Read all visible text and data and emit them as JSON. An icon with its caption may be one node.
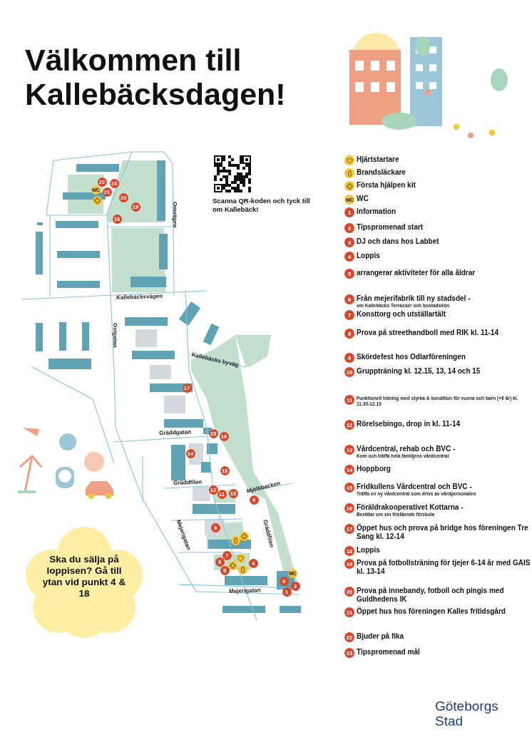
{
  "diagram": {
    "title": "Välkommen till Kallebäcksdagen!",
    "nodes": [
      {
        "text": [],
        "shape": "circle",
        "beside": [
          "Hjärtstartare"
        ]
      },
      {
        "text": [],
        "shape": "circle",
        "beside": [
          "Brandsläckare"
        ]
      },
      {
        "text": [],
        "shape": "circle",
        "beside": [
          "Första hjälpen kit"
        ]
      },
      {
        "text": [
          "WC"
        ],
        "beside": [
          "WC"
        ]
      },
      {
        "text": [
          "1"
        ],
        "beside": [
          "Information"
        ]
      },
      {
        "text": [
          "2"
        ],
        "beside": [
          "Tipspromenad start"
        ]
      },
      {
        "text": [
          "3"
        ],
        "beside": [
          "DJ och dans hos Labbet"
        ]
      },
      {
        "text": [
          "4"
        ],
        "beside": [
          "Loppis"
        ]
      },
      {
        "text": [
          "5"
        ],
        "beside": [
          "arrangerar aktiviteter för alla åldrar"
        ]
      },
      {
        "text": [
          "6"
        ],
        "beside": [
          "Från mejerifabrik till ny stadsdel -",
          "om Kallebäcks Terrasser och bostadskön"
        ]
      },
      {
        "text": [
          "7"
        ],
        "beside": [
          "Konsttorg och utställartält"
        ]
      },
      {
        "text": [
          "8"
        ],
        "beside": [
          "Prova på streethandboll med RIK kl. 11-14"
        ]
      },
      {
        "text": [
          "9"
        ],
        "beside": [
          "Skördefest hos Odlarföreningen"
        ]
      },
      {
        "text": [
          "10"
        ],
        "beside": [
          "Gruppträning kl. 12.15, 13, 14 och 15"
        ]
      },
      {
        "text": [
          "11"
        ],
        "beside": [
          "Funktionell träning med styrka & kondition för vuxna och barn (+6 år) kl. 11.30-12.10"
        ]
      },
      {
        "text": [
          "12"
        ],
        "beside": [
          "Rörelsebingo, drop in kl. 11-14"
        ]
      },
      {
        "text": [
          "13"
        ],
        "beside": [
          "Vårdcentral, rehab och BVC -",
          "Kom och träffa hela familjens vårdcentral"
        ]
      },
      {
        "text": [
          "14"
        ],
        "beside": [
          "Hoppborg"
        ]
      },
      {
        "text": [
          "15"
        ],
        "beside": [
          "Fridkullens Vårdcentral och BVC -",
          "Träffa en ny vårdcentral som drivs av vårdpersonalen"
        ]
      },
      {
        "text": [
          "16"
        ],
        "beside": [
          "Föräldrakooperativet Kottarna -",
          "Berättar om sin fristående förskola"
        ]
      },
      {
        "text": [
          "17"
        ],
        "beside": [
          "Öppet hus och prova på bridge hos föreningen Tre Sang kl. 12-14"
        ]
      },
      {
        "text": [
          "18"
        ],
        "beside": [
          "Loppis"
        ]
      },
      {
        "text": [
          "19"
        ],
        "beside": [
          "Prova på fotbollsträning för tjejer 6-14 år med GAIS kl. 13-14"
        ]
      },
      {
        "text": [
          "20"
        ],
        "beside": [
          "Prova på innebandy, fotboll och pingis med Guldhedens IK"
        ]
      },
      {
        "text": [
          "21"
        ],
        "beside": [
          "Öppet hus hos föreningen Kalles fritidsgård"
        ]
      },
      {
        "text": [
          "22"
        ],
        "beside": [
          "Bjuder på fika"
        ]
      },
      {
        "text": [
          "23"
        ],
        "beside": [
          "Tipspromenad mål"
        ]
      },
      {
        "text": [
          "22"
        ]
      },
      {
        "text": [
          "23"
        ]
      },
      {
        "text": [
          "WC"
        ]
      },
      {
        "text": [
          "21"
        ]
      },
      {
        "text": [],
        "shape": "circle"
      },
      {
        "text": [
          "20"
        ]
      },
      {
        "text": [
          "19"
        ]
      },
      {
        "text": [
          "18"
        ]
      },
      {
        "text": [
          "17"
        ]
      },
      {
        "text": [
          "15"
        ]
      },
      {
        "text": [
          "16"
        ]
      },
      {
        "text": [
          "14"
        ]
      },
      {
        "text": [
          "13"
        ]
      },
      {
        "text": [
          "12"
        ]
      },
      {
        "text": [
          "11"
        ]
      },
      {
        "text": [
          "10"
        ]
      },
      {
        "text": [
          "9"
        ]
      },
      {
        "text": [
          "8"
        ]
      },
      {
        "text": [],
        "shape": "circle"
      },
      {
        "text": [],
        "shape": "circle"
      },
      {
        "text": [
          "7"
        ]
      },
      {
        "text": [],
        "shape": "circle"
      },
      {
        "text": [
          "6"
        ]
      },
      {
        "text": [],
        "shape": "circle"
      },
      {
        "text": [
          "4"
        ]
      },
      {
        "text": [
          "5"
        ]
      },
      {
        "text": [],
        "shape": "circle"
      },
      {
        "text": [
          "WC"
        ]
      },
      {
        "text": [
          "3"
        ]
      },
      {
        "text": [
          "2"
        ]
      },
      {
        "text": [
          "1"
        ]
      },
      {
        "text": [
          "Ska du sälja på loppisen? Gå till ytan vid punkt 4 & 18"
        ]
      }
    ],
    "labels": [
      "Scanna QR-koden och tyck till om Kallebäck!",
      "Omvägen",
      "Kallebäcksvägen",
      "Ostgatan",
      "Kallebäcks byväg",
      "Gräddgatan",
      "Mjölkbacken",
      "Gräddfilen",
      "Gräddfilen",
      "Mejerigatan",
      "Mejerigatan",
      "Göteborgs Stad"
    ]
  }
}
